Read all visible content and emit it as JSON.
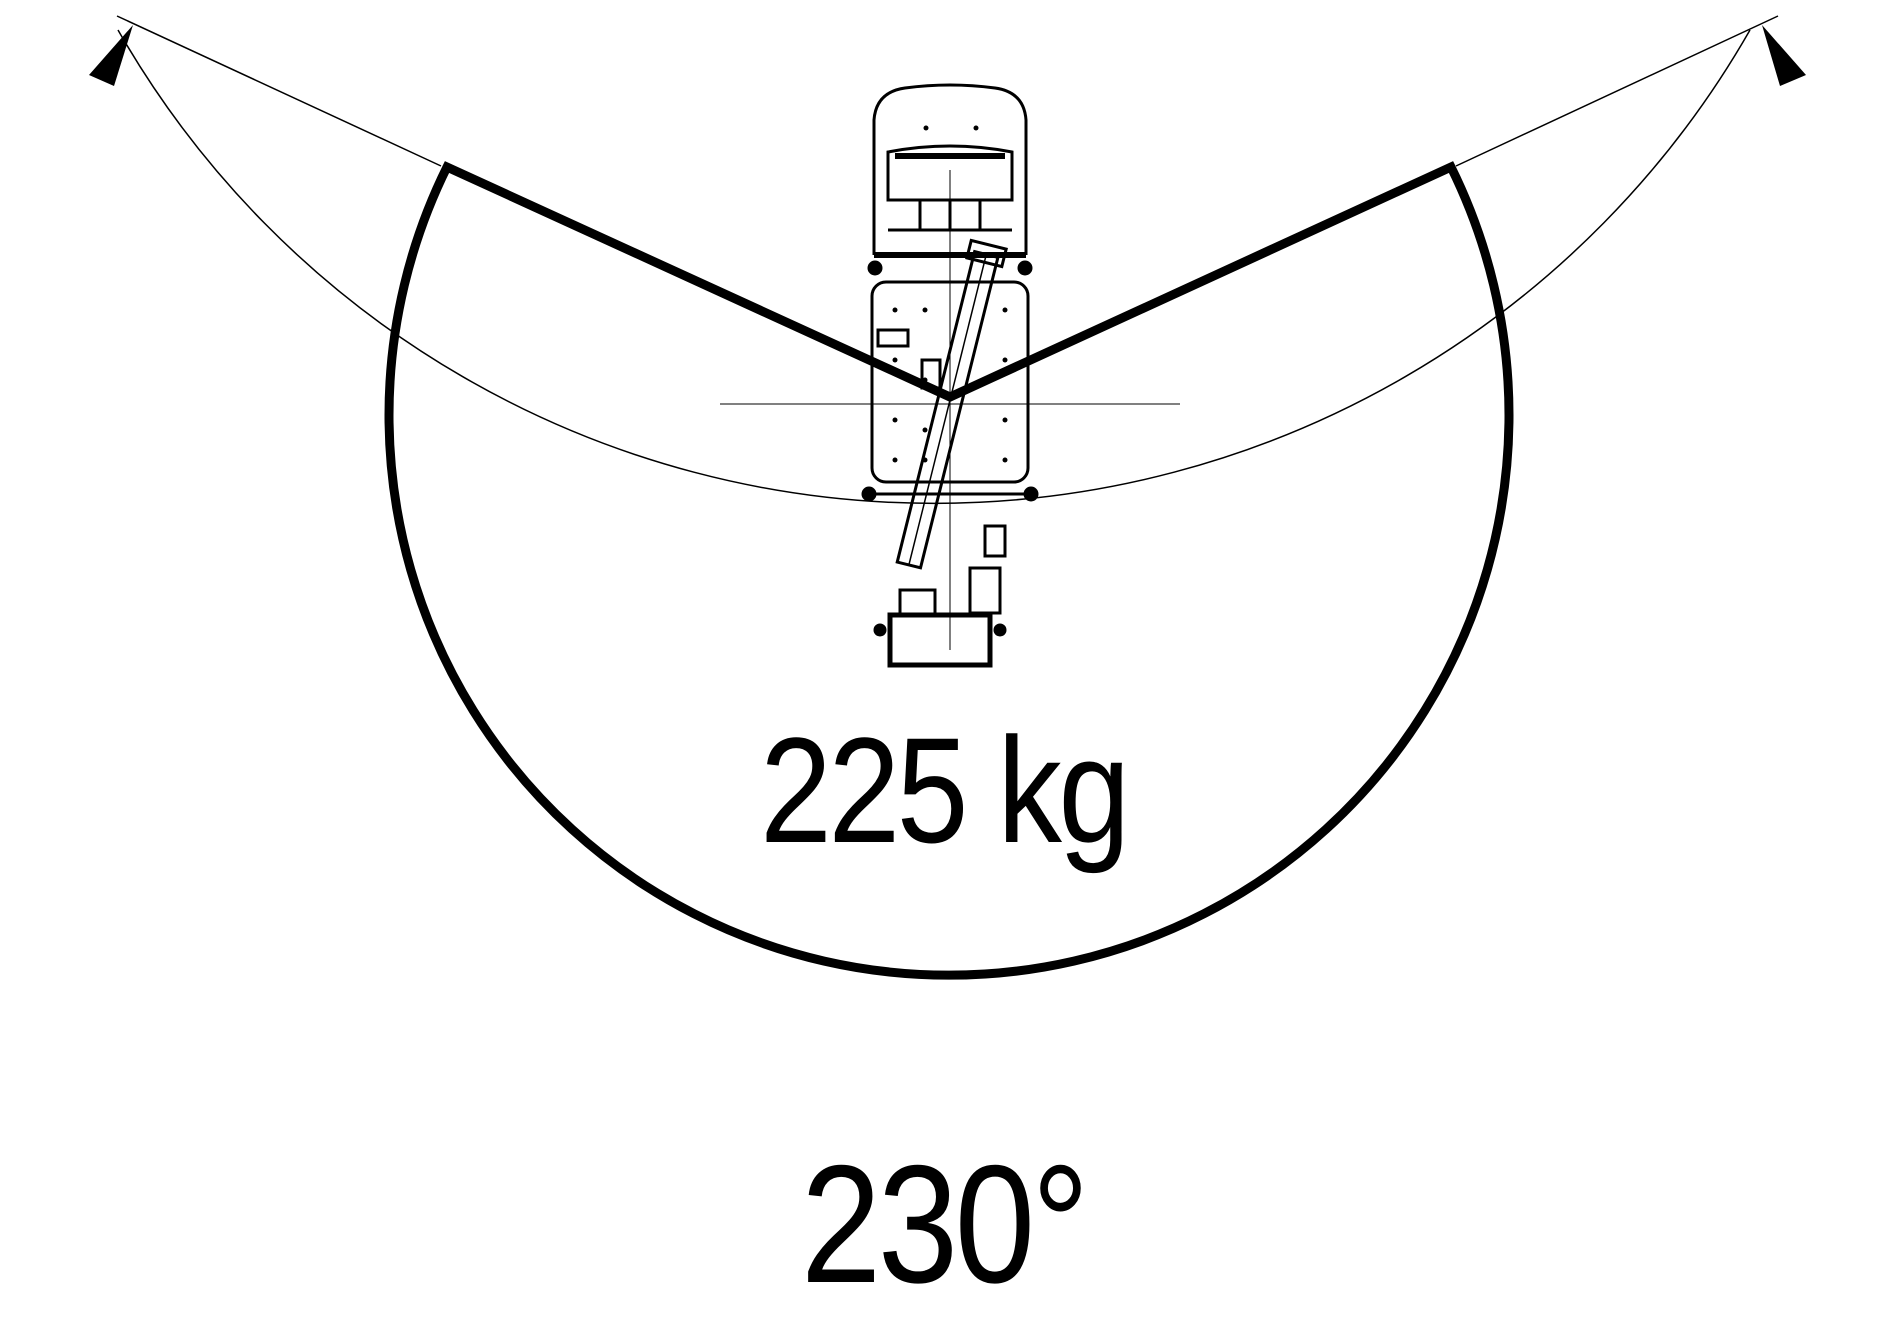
{
  "diagram": {
    "load_label": "225 kg",
    "rotation_label": "230°",
    "rotation_angle_deg": 230,
    "colors": {
      "stroke": "#000000",
      "background": "#ffffff"
    }
  }
}
